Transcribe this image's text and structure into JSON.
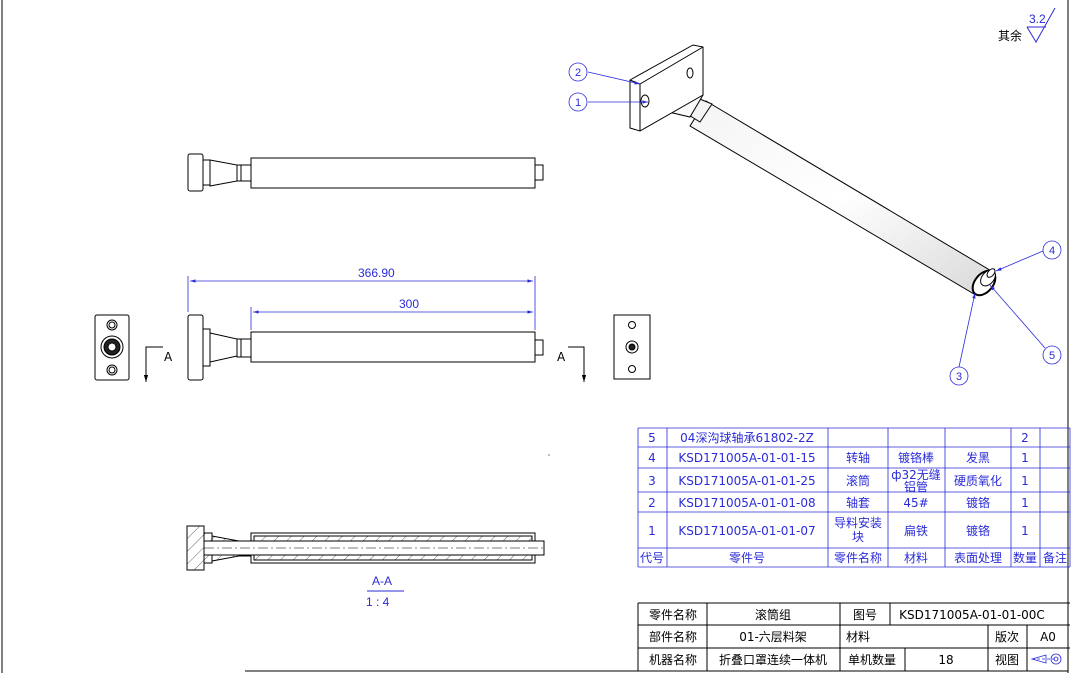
{
  "surface_finish": {
    "label": "其余",
    "value": "3.2"
  },
  "dimensions": {
    "overall": "366.90",
    "tube": "300"
  },
  "section_markers": {
    "left": "A",
    "right": "A"
  },
  "section_view": {
    "label": "A-A",
    "scale": "1 : 4"
  },
  "balloons": [
    "1",
    "2",
    "3",
    "4",
    "5"
  ],
  "bom": {
    "headers": [
      "代号",
      "零件号",
      "零件名称",
      "材料",
      "表面处理",
      "数量",
      "备注"
    ],
    "rows": [
      {
        "no": "5",
        "part_no": "04深沟球轴承61802-2Z",
        "name": "",
        "material": "",
        "finish": "",
        "qty": "2",
        "note": ""
      },
      {
        "no": "4",
        "part_no": "KSD171005A-01-01-15",
        "name": "转轴",
        "material": "镀铬棒",
        "finish": "发黑",
        "qty": "1",
        "note": ""
      },
      {
        "no": "3",
        "part_no": "KSD171005A-01-01-25",
        "name": "滚筒",
        "material_l1": "ф32无缝",
        "material_l2": "铝管",
        "finish": "硬质氧化",
        "qty": "1",
        "note": ""
      },
      {
        "no": "2",
        "part_no": "KSD171005A-01-01-08",
        "name": "轴套",
        "material": "45#",
        "finish": "镀铬",
        "qty": "1",
        "note": ""
      },
      {
        "no": "1",
        "part_no": "KSD171005A-01-01-07",
        "name_l1": "导料安装",
        "name_l2": "块",
        "material": "扁铁",
        "finish": "镀铬",
        "qty": "1",
        "note": ""
      }
    ]
  },
  "title_block": {
    "part_name_label": "零件名称",
    "part_name": "滚筒组",
    "drawing_no_label": "图号",
    "drawing_no": "KSD171005A-01-01-00C",
    "assembly_label": "部件名称",
    "assembly": "01-六层料架",
    "material_label": "材料",
    "revision_label": "版次",
    "revision": "A0",
    "machine_label": "机器名称",
    "machine": "折叠口罩连续一体机",
    "qty_label": "单机数量",
    "qty": "18",
    "view_label": "视图"
  }
}
